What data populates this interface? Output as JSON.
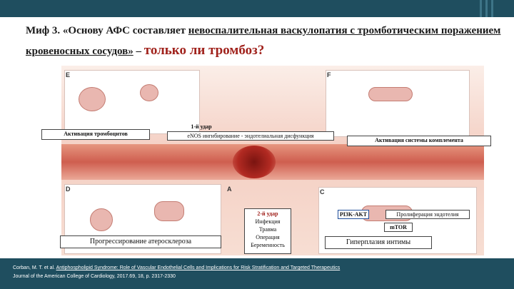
{
  "slide": {
    "title_part1": "Миф 3. «Основу АФС составляет ",
    "title_part2": "невоспалительная васкулопатия с тромботическим поражением кровеносных сосудов»",
    "title_part3": " – ",
    "title_emphasis": "только ли тромбоз?",
    "accent_color": "#a0221c",
    "bar_color": "#1f4e5f"
  },
  "figure": {
    "panel_labels": [
      "E",
      "F",
      "D",
      "A",
      "C"
    ],
    "labels": {
      "platelets": "Активация тромбоцитов",
      "enos": "eNOS ингибирование - эндотелиальная дисфункция",
      "complement": "Активация системы комплемента",
      "first_hit": "1-й удар",
      "second_hit": "2-й удар",
      "second_hit_items": [
        "Инфекция",
        "Травма",
        "Операция",
        "Беременность"
      ],
      "atherosclerosis": "Прогрессирование атеросклероза",
      "pi3k": "PI3K-AKT",
      "proliferation": "Пролиферация эндотелия",
      "mtor": "mTOR",
      "hyperplasia": "Гиперплазия интимы"
    }
  },
  "citation": {
    "authors": "Corban, M. T. et al. ",
    "article_title": "Antiphospholipid Syndrome: Role of Vascular Endothelial Cells and Implications for Risk Stratification and Targeted Therapeutics",
    "journal": "Journal of the American College of Cardiology, 2017.69, 18, p. 2317-2330"
  }
}
